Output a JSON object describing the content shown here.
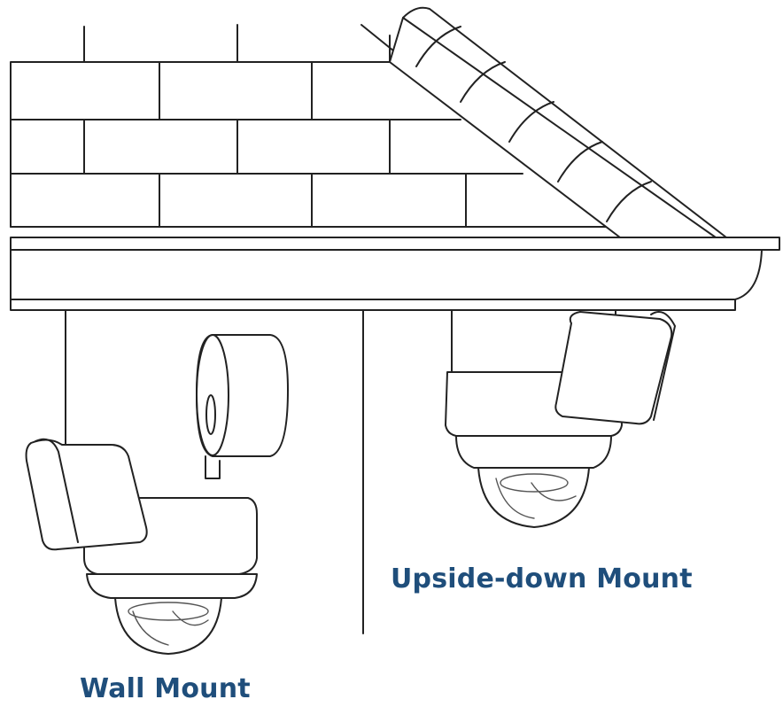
{
  "labels": {
    "upside_down": "Upside-down Mount",
    "wall": "Wall Mount"
  },
  "colors": {
    "label_text": "#1f4e7b",
    "line_art": "#222222",
    "background": "#ffffff"
  },
  "icons": {
    "wall_camera": "security-camera-wall-mounted",
    "upside_camera": "security-camera-ceiling-mounted"
  }
}
